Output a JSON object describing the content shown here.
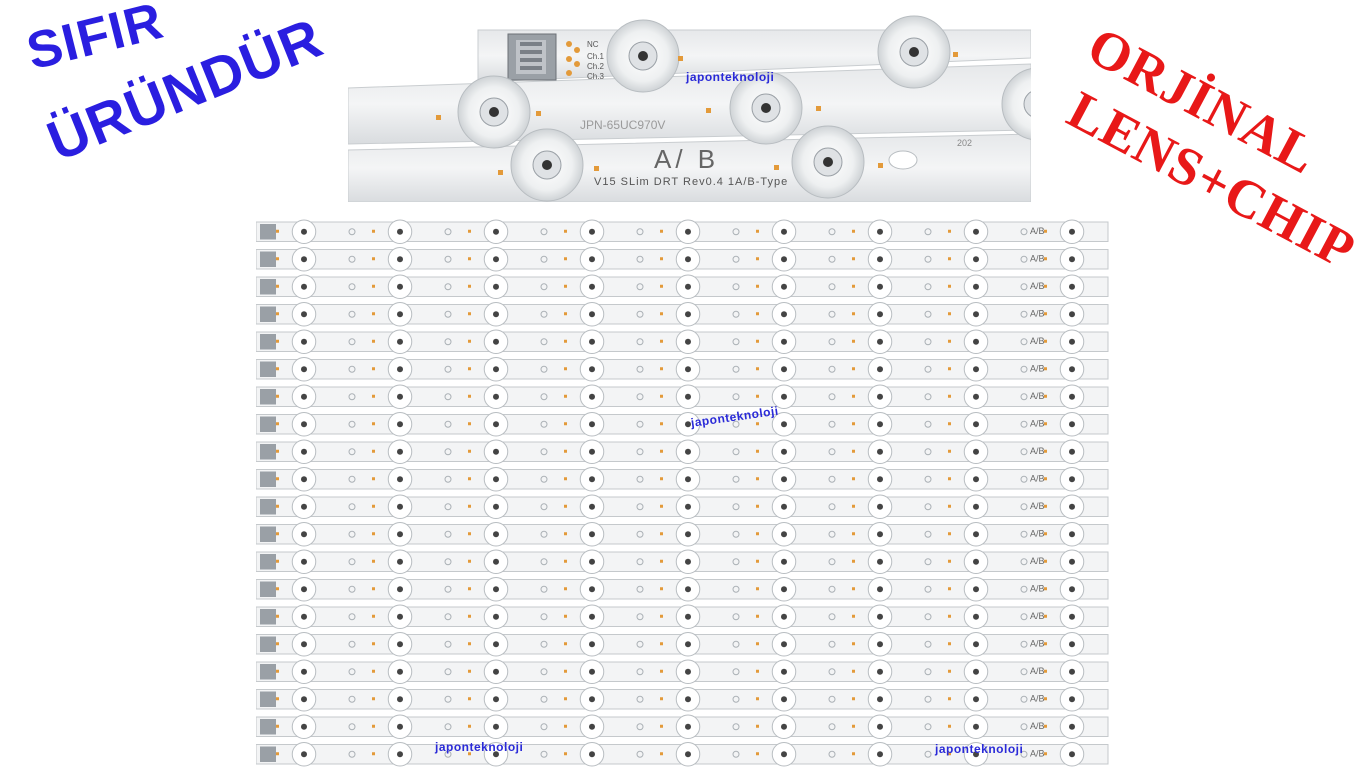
{
  "promo": {
    "left_line_1": "SIFIR",
    "left_line_2": "ÜRÜNDÜR",
    "right_line_1": "ORJİNAL",
    "right_line_2": "LENS+CHIP",
    "left_color": "#2a1ee0",
    "right_color": "#e81818"
  },
  "watermark": {
    "text": "japonteknoloji",
    "color": "#2a2ad8"
  },
  "closeup": {
    "model_code": "JPN-65UC970V",
    "variant": "A/ B",
    "revision": "V15 SLim DRT Rev0.4 1A/B-Type",
    "board_number": "202",
    "pin_labels": [
      "NC",
      "Ch.1",
      "Ch.2",
      "Ch.3"
    ]
  },
  "strip_set": {
    "strip_count": 20,
    "leds_per_strip": 9,
    "variant_label": "A/B",
    "strip_color": "#f3f4f5",
    "connector_color": "#9aa0a6",
    "pad_color": "#e39a3a"
  }
}
